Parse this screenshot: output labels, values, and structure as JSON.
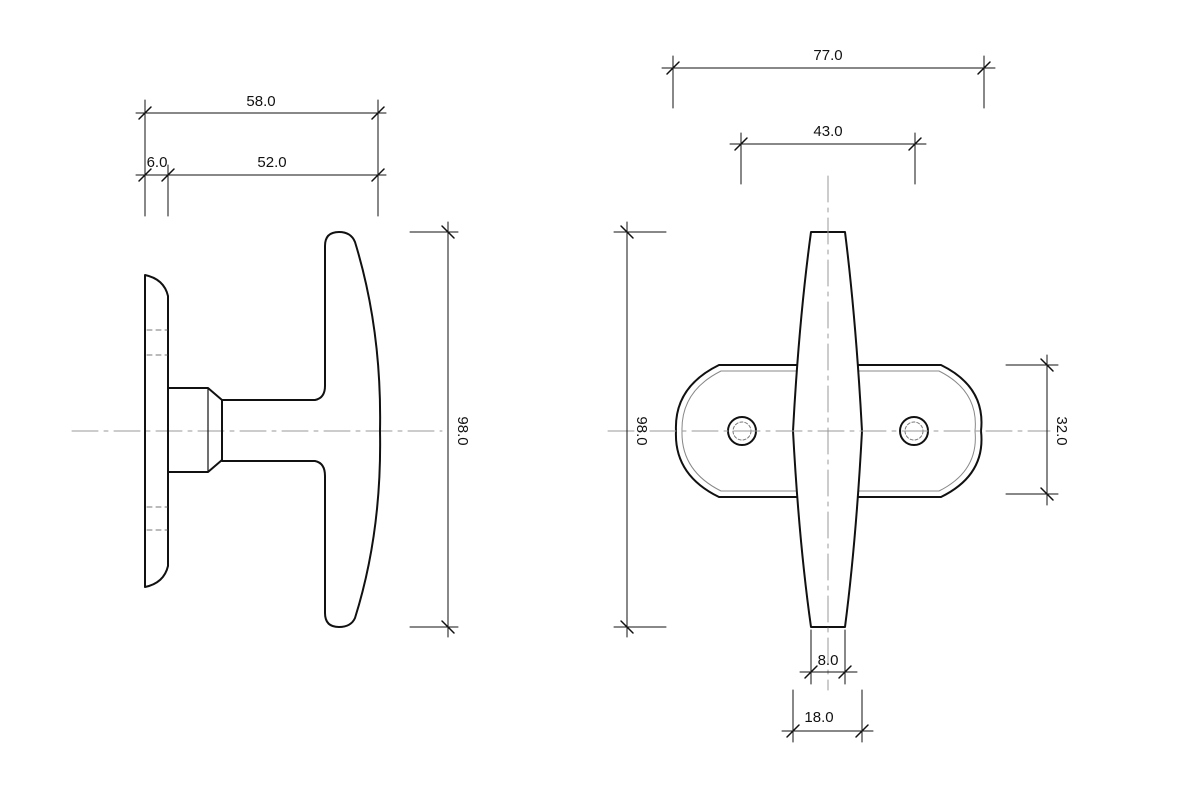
{
  "drawing": {
    "side_view": {
      "dims": {
        "total_width": "58.0",
        "rose_thickness": "6.0",
        "handle_depth": "52.0",
        "height": "98.0"
      }
    },
    "front_view": {
      "dims": {
        "rose_width": "77.0",
        "screw_spacing": "43.0",
        "height": "98.0",
        "rose_height": "32.0",
        "grip_tip_width": "8.0",
        "grip_base_width": "18.0"
      }
    }
  },
  "colors": {
    "line": "#111111",
    "centerline": "#999999"
  }
}
